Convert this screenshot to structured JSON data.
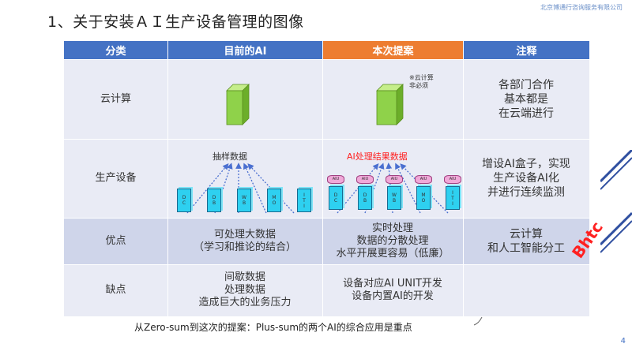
{
  "title": "1、关于安装ＡＩ生产设备管理的图像",
  "company": "北京博通行咨询服务有限公司",
  "headers": [
    "分类",
    "目前的AI",
    "本次提案",
    "注释"
  ],
  "rows": {
    "cloud": {
      "label": "云计算",
      "note_lines": [
        "各部门合作",
        "基本都是",
        "在云端进行"
      ],
      "cloud_note": [
        "※云计算",
        "非必须"
      ]
    },
    "device": {
      "label": "生产设备",
      "arrow_label_current": "抽样数据",
      "arrow_label_proposal": "AI处理结果数据",
      "box_labels": [
        "D\nC",
        "D\nB",
        "W\nB",
        "M\nO",
        "I\nT\nI"
      ],
      "chip_label": "AIU",
      "note_lines": [
        "增设AI盒子，实现",
        "生产设备AI化",
        "并进行连续监测"
      ]
    },
    "merit": {
      "label": "优点",
      "current_lines": [
        "可处理大数据",
        "（学习和推论的结合）"
      ],
      "proposal_lines": [
        "实时处理",
        "数据的分散处理",
        "水平开展更容易（低廉）"
      ],
      "note_lines": [
        "云计算",
        "和人工智能分工"
      ]
    },
    "demerit": {
      "label": "缺点",
      "current_lines": [
        "间歇数据",
        "处理数据",
        "造成巨大的业务压力"
      ],
      "proposal_lines": [
        "设备对应AI UNIT开发",
        "设备内置AI的开发"
      ]
    }
  },
  "footer": "从Zero-sum到这次的提案：Plus-sum的两个AI的综合应用是重点",
  "page_number": "4",
  "logo_text": "Bhtc",
  "colors": {
    "header_blue": "#4472c4",
    "header_orange": "#ed7d31",
    "cube_green": "#8fd24a",
    "box_cyan": "#2ed0f0",
    "chip_pink": "#f0a8d8",
    "arrow_blue": "#4a6fd0"
  }
}
